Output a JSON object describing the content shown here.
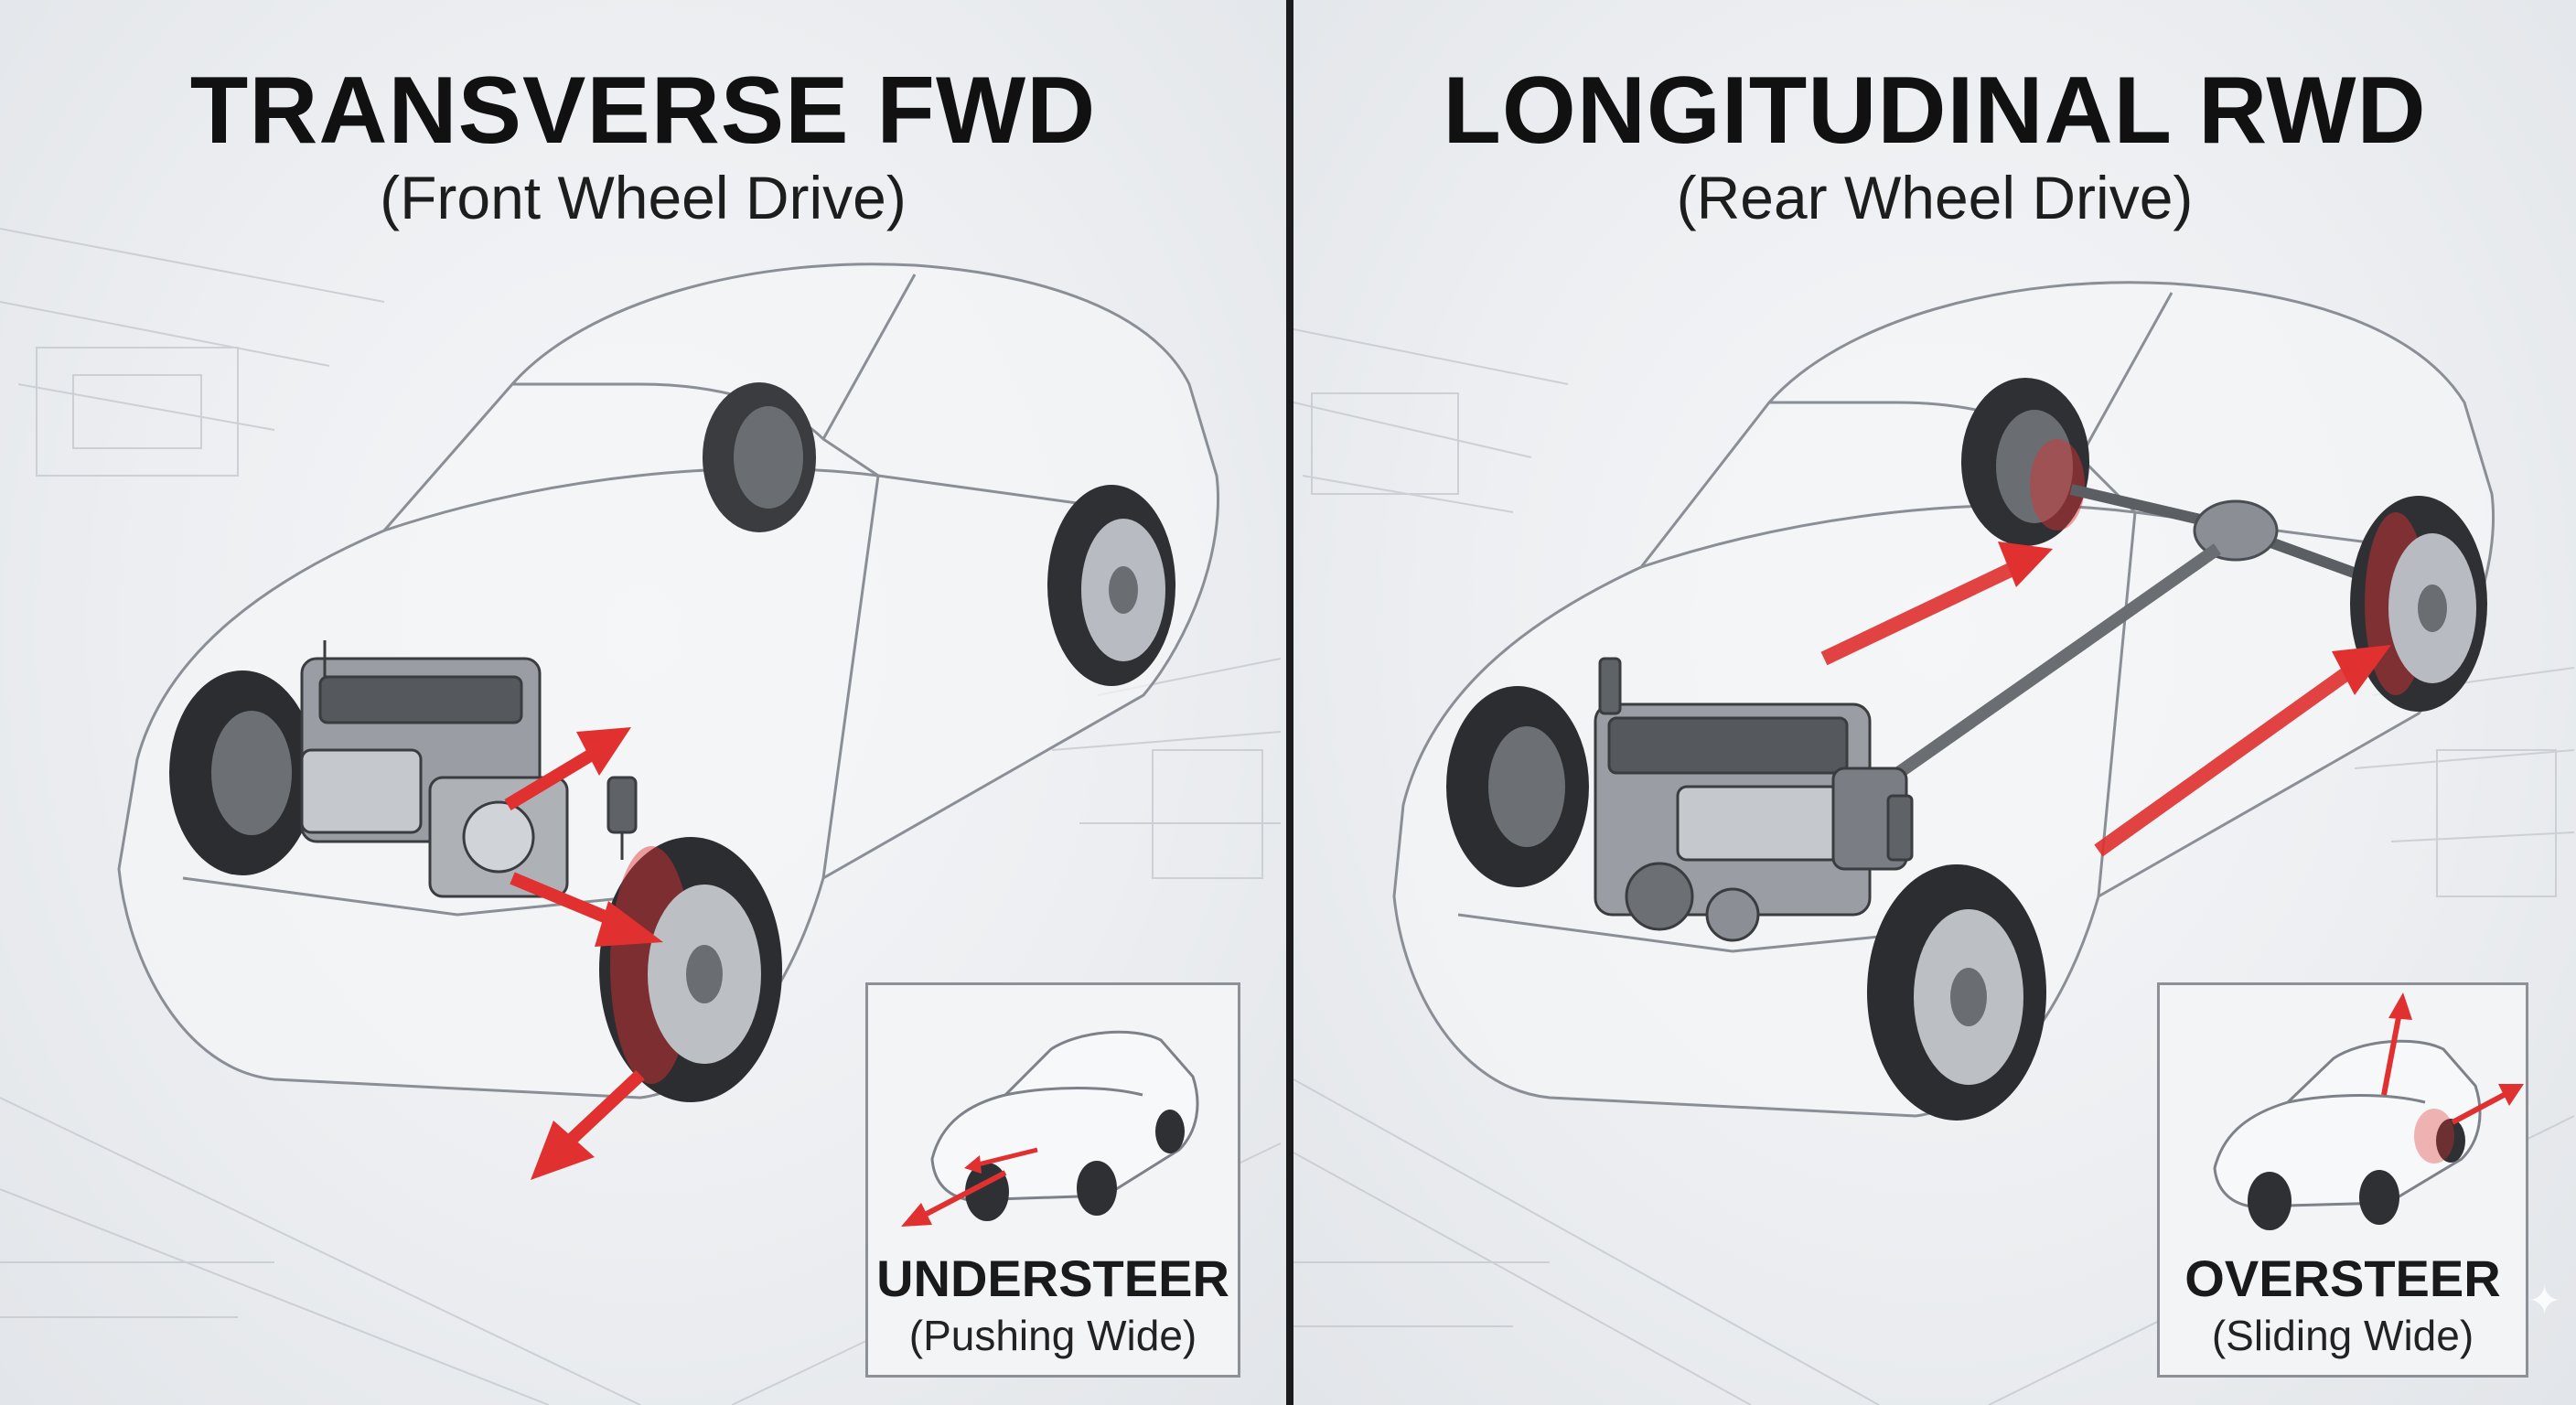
{
  "left_panel": {
    "title": "TRANSVERSE FWD",
    "subtitle": "(Front Wheel Drive)",
    "inset": {
      "label": "UNDERSTEER",
      "sub": "(Pushing Wide)"
    }
  },
  "right_panel": {
    "title": "LONGITUDINAL RWD",
    "subtitle": "(Rear Wheel Drive)",
    "inset": {
      "label": "OVERSTEER",
      "sub": "(Sliding Wide)"
    }
  },
  "colors": {
    "accent_red": "#e03030",
    "outline": "#8a8f96",
    "divider": "#1c1c1e"
  },
  "icons": {
    "watermark": "sparkle-icon"
  }
}
